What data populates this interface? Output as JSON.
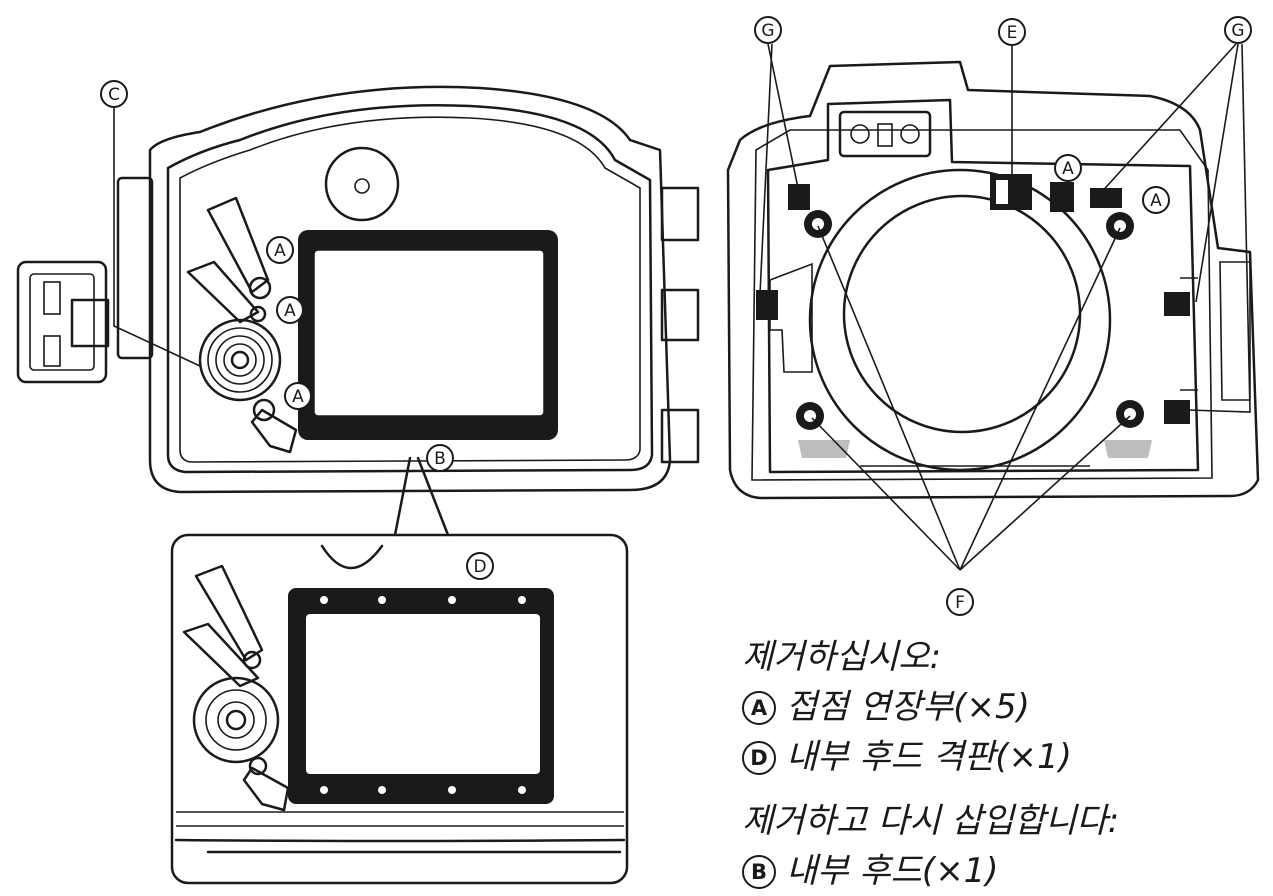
{
  "callouts": {
    "A": "A",
    "B": "B",
    "C": "C",
    "D": "D",
    "E": "E",
    "F": "F",
    "G": "G"
  },
  "legend": {
    "remove_heading": "제거하십시오:",
    "remove_items": [
      {
        "badge": "A",
        "text": "접점 연장부(×5)"
      },
      {
        "badge": "D",
        "text": "내부 후드 격판(×1)"
      }
    ],
    "reinsert_heading": "제거하고 다시 삽입합니다:",
    "reinsert_items": [
      {
        "badge": "B",
        "text": "내부 후드(×1)"
      }
    ]
  },
  "colors": {
    "ink": "#1a1a1a",
    "paper": "#ffffff",
    "gray": "#bdbdbd"
  }
}
